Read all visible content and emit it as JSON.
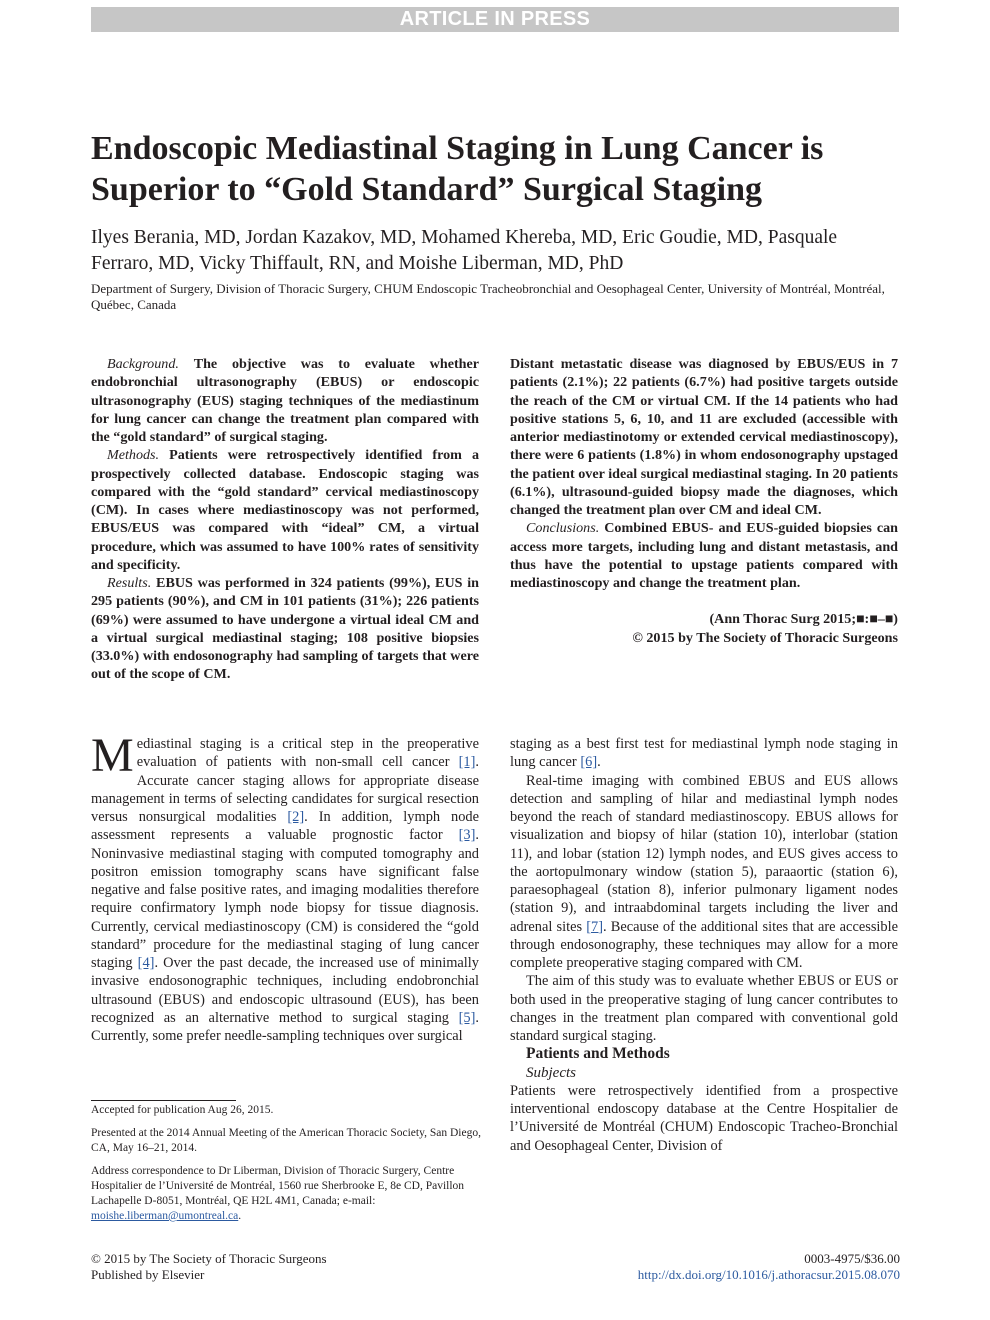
{
  "banner": "ARTICLE IN PRESS",
  "title": "Endoscopic Mediastinal Staging in Lung Cancer is Superior to “Gold Standard” Surgical Staging",
  "authors": "Ilyes Berania, MD, Jordan Kazakov, MD, Mohamed Khereba, MD, Eric Goudie, MD, Pasquale Ferraro, MD, Vicky Thiffault, RN, and Moishe Liberman, MD, PhD",
  "affiliation": "Department of Surgery, Division of Thoracic Surgery, CHUM Endoscopic Tracheobronchial and Oesophageal Center, University of Montréal, Montréal, Québec, Canada",
  "abstract": {
    "background_label": "Background",
    "background_text": "The objective was to evaluate whether endobronchial ultrasonography (EBUS) or endoscopic ultrasonography (EUS) staging techniques of the mediastinum for lung cancer can change the treatment plan compared with the “gold standard” of surgical staging.",
    "methods_label": "Methods",
    "methods_text": "Patients were retrospectively identified from a prospectively collected database. Endoscopic staging was compared with the “gold standard” cervical mediastinoscopy (CM). In cases where mediastinoscopy was not performed, EBUS/EUS was compared with “ideal” CM, a virtual procedure, which was assumed to have 100% rates of sensitivity and specificity.",
    "results_label": "Results",
    "results_text": "EBUS was performed in 324 patients (99%), EUS in 295 patients (90%), and CM in 101 patients (31%); 226 patients (69%) were assumed to have undergone a virtual ideal CM and a virtual surgical mediastinal staging; 108 positive biopsies (33.0%) with endosonography had sampling of targets that were out of the scope of CM.",
    "results_continued": "Distant metastatic disease was diagnosed by EBUS/EUS in 7 patients (2.1%); 22 patients (6.7%) had positive targets outside the reach of the CM or virtual CM. If the 14 patients who had positive stations 5, 6, 10, and 11 are excluded (accessible with anterior mediastinotomy or extended cervical mediastinoscopy), there were 6 patients (1.8%) in whom endosonography upstaged the patient over ideal surgical mediastinal staging. In 20 patients (6.1%), ultrasound-guided biopsy made the diagnoses, which changed the treatment plan over CM and ideal CM.",
    "conclusions_label": "Conclusions",
    "conclusions_text": "Combined EBUS- and EUS-guided biopsies can access more targets, including lung and distant metastasis, and thus have the potential to upstage patients compared with mediastinoscopy and change the treatment plan.",
    "citation": "(Ann Thorac Surg 2015;■:■–■)",
    "copyright": "© 2015 by The Society of Thoracic Surgeons"
  },
  "body": {
    "intro_dropcap": "M",
    "intro_1": "ediastinal staging is a critical step in the preoperative evaluation of patients with non-small cell cancer ",
    "ref_1": "[1]",
    "intro_2": ". Accurate cancer staging allows for appropriate disease management in terms of selecting candidates for surgical resection versus nonsurgical modalities ",
    "ref_2": "[2]",
    "intro_3": ". In addition, lymph node assessment represents a valuable prognostic factor ",
    "ref_3": "[3]",
    "intro_4": ". Noninvasive mediastinal staging with computed tomography and positron emission tomography scans have significant false negative and false positive rates, and imaging modalities therefore require confirmatory lymph node biopsy for tissue diagnosis. Currently, cervical mediastinoscopy (CM) is considered the “gold standard” procedure for the mediastinal staging of lung cancer staging ",
    "ref_4": "[4]",
    "intro_5": ". Over the past decade, the increased use of minimally invasive endosonographic techniques, including endobronchial ultrasound (EBUS) and endoscopic ultrasound (EUS), has been recognized as an alternative method to surgical staging ",
    "ref_5": "[5]",
    "intro_6": ". Currently, some prefer needle-sampling techniques over surgical",
    "col2_1": "staging as a best first test for mediastinal lymph node staging in lung cancer ",
    "ref_6": "[6]",
    "col2_1_end": ".",
    "col2_2": "Real-time imaging with combined EBUS and EUS allows detection and sampling of hilar and mediastinal lymph nodes beyond the reach of standard mediastinoscopy. EBUS allows for visualization and biopsy of hilar (station 10), interlobar (station 11), and lobar (station 12) lymph nodes, and EUS gives access to the aortopulmonary window (station 5), paraaortic (station 6), paraesophageal (station 8), inferior pulmonary ligament nodes (station 9), and intraabdominal targets including the liver and adrenal sites ",
    "ref_7": "[7]",
    "col2_2_end": ". Because of the additional sites that are accessible through endosonography, these techniques may allow for a more complete preoperative staging compared with CM.",
    "col2_3": "The aim of this study was to evaluate whether EBUS or EUS or both used in the preoperative staging of lung cancer contributes to changes in the treatment plan compared with conventional gold standard surgical staging.",
    "section_heading": "Patients and Methods",
    "subsection_heading": "Subjects",
    "col2_4": "Patients were retrospectively identified from a prospective interventional endoscopy database at the Centre Hospitalier de l’Université de Montréal (CHUM) Endoscopic Tracheo-Bronchial and Oesophageal Center, Division of"
  },
  "footnotes": {
    "accepted": "Accepted for publication Aug 26, 2015.",
    "presented": "Presented at the 2014 Annual Meeting of the American Thoracic Society, San Diego, CA, May 16–21, 2014.",
    "address": "Address correspondence to Dr Liberman, Division of Thoracic Surgery, Centre Hospitalier de l’Université de Montréal, 1560 rue Sherbrooke E, 8e CD, Pavillon Lachapelle D-8051, Montréal, QE H2L 4M1, Canada; e-mail: ",
    "email": "moishe.liberman@umontreal.ca",
    "address_end": "."
  },
  "footer": {
    "copyright": "© 2015 by The Society of Thoracic Surgeons",
    "publisher": "Published by Elsevier",
    "issn": "0003-4975/$36.00",
    "doi": "http://dx.doi.org/10.1016/j.athoracsur.2015.08.070"
  },
  "colors": {
    "banner_bg": "#c6c6c6",
    "link": "#2c5aa0",
    "text": "#231f20"
  }
}
